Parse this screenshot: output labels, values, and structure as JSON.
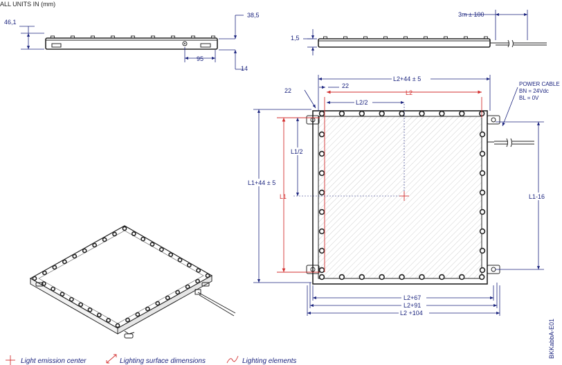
{
  "header": {
    "units": "ALL UNITS IN (mm)"
  },
  "side_view_left": {
    "height_label": "46,1",
    "top_label": "38,5",
    "offset_label": "95",
    "bottom_label": "14"
  },
  "side_view_right": {
    "thickness_label": "1,5",
    "cable_label": "3m ± 100"
  },
  "top_view": {
    "width_overall_label": "L2+44 ± 5",
    "edge_offset_label": "22",
    "inner_offset_label": "22",
    "emission_width_label": "L2",
    "half_width_label": "L2/2",
    "height_overall_label": "L1+44 ± 5",
    "half_height_label": "L1/2",
    "emission_height_label": "L1",
    "cable_offset_label": "L1-16",
    "bottom_dim_1": "L2+67",
    "bottom_dim_2": "L2+91",
    "bottom_dim_3": "L2 +104",
    "power_cable": [
      "POWER CABLE",
      "BN = 24Vdc",
      "BL = 0V"
    ]
  },
  "drawing_code": "BKKabbA-E01",
  "legend": {
    "emission_center": "Light emission center",
    "surface_dimensions": "Lighting surface dimensions",
    "elements": "Lighting elements"
  },
  "colors": {
    "dimension": "#1a237e",
    "emission": "#d32f2f",
    "outline": "#222222"
  }
}
